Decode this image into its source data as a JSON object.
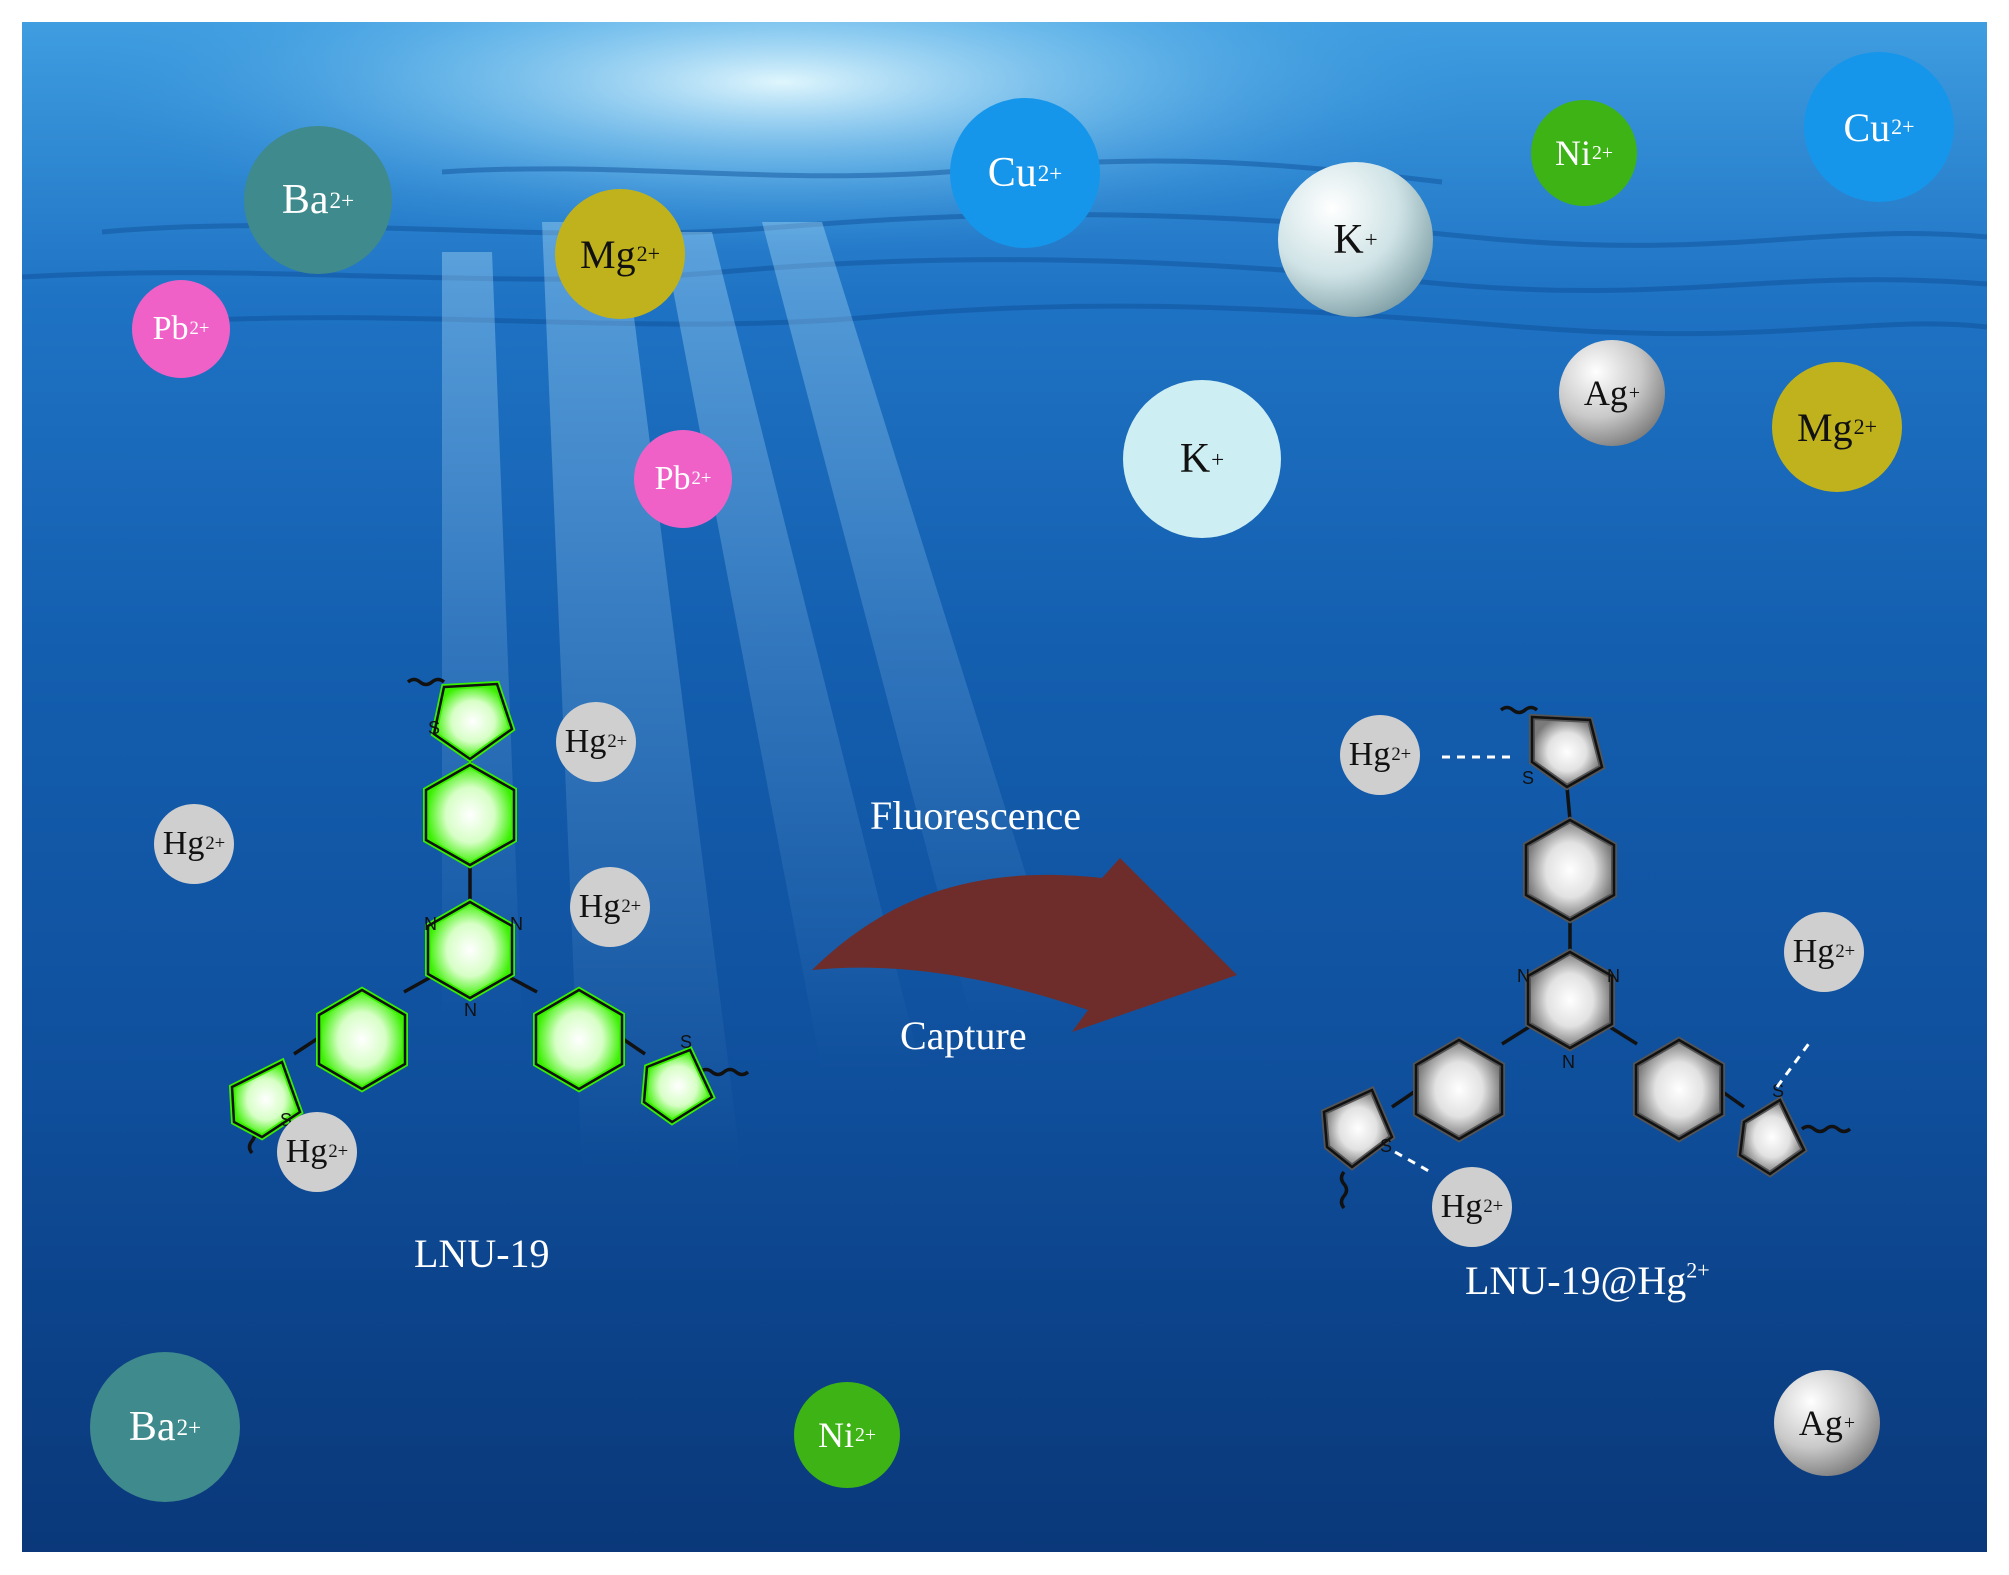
{
  "ions": [
    {
      "symbol": "Ba",
      "charge": "2+"
    },
    {
      "symbol": "Pb",
      "charge": "2+"
    },
    {
      "symbol": "Mg",
      "charge": "2+"
    },
    {
      "symbol": "Pb",
      "charge": "2+"
    },
    {
      "symbol": "Cu",
      "charge": "2+"
    },
    {
      "symbol": "K",
      "charge": "+"
    },
    {
      "symbol": "K",
      "charge": "+"
    },
    {
      "symbol": "Ni",
      "charge": "2+"
    },
    {
      "symbol": "Ag",
      "charge": "+"
    },
    {
      "symbol": "Cu",
      "charge": "2+"
    },
    {
      "symbol": "Mg",
      "charge": "2+"
    },
    {
      "symbol": "Ba",
      "charge": "2+"
    },
    {
      "symbol": "Ni",
      "charge": "2+"
    },
    {
      "symbol": "Ag",
      "charge": "+"
    }
  ],
  "hg_ions_left": [
    {
      "symbol": "Hg",
      "charge": "2+"
    },
    {
      "symbol": "Hg",
      "charge": "2+"
    },
    {
      "symbol": "Hg",
      "charge": "2+"
    },
    {
      "symbol": "Hg",
      "charge": "2+"
    }
  ],
  "hg_ions_right": [
    {
      "symbol": "Hg",
      "charge": "2+"
    },
    {
      "symbol": "Hg",
      "charge": "2+"
    },
    {
      "symbol": "Hg",
      "charge": "2+"
    }
  ],
  "arrow": {
    "top_label": "Fluorescence",
    "bottom_label": "Capture"
  },
  "molecule_left": {
    "label": "LNU-19",
    "atom_n": "N",
    "atom_s": "S"
  },
  "molecule_right": {
    "label": "LNU-19@Hg",
    "label_charge": "2+",
    "atom_n": "N",
    "atom_s": "S"
  },
  "colors": {
    "ba": "#3f8a8c",
    "pb": "#f061c8",
    "mg": "#bfb21c",
    "cu": "#1596ea",
    "k_light": "#cdeef2",
    "ni": "#3db316",
    "silver": "#c8c8c8",
    "hg": "#cfcfcf",
    "arrow": "#6e2d2a",
    "green_ring": "#39f000"
  }
}
